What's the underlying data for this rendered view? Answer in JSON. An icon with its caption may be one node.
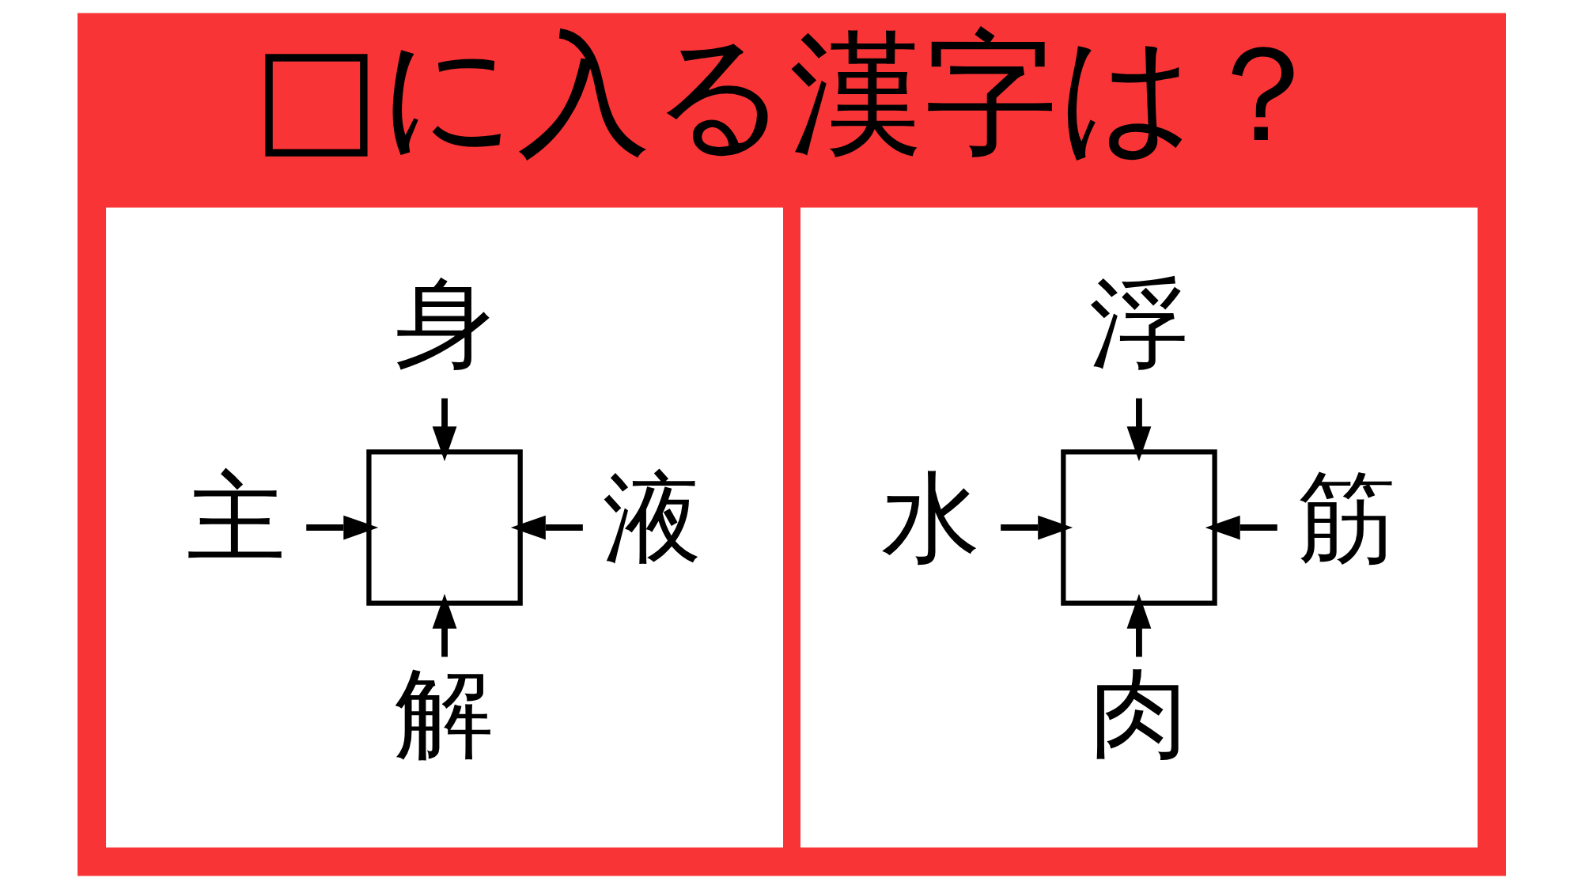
{
  "diagram": {
    "title": "□に入る漢字は？",
    "nodes": [
      {
        "text": [],
        "shape": "box"
      },
      {
        "text": [
          "身"
        ],
        "in": 0
      },
      {
        "text": [
          "主"
        ],
        "in": 0
      },
      {
        "text": [],
        "shape": "box",
        "in": 0
      },
      {
        "text": [
          "液"
        ],
        "in": 0
      },
      {
        "text": [
          "解"
        ],
        "in": 0
      },
      {
        "text": [],
        "shape": "box"
      },
      {
        "text": [
          "浮"
        ],
        "in": 6
      },
      {
        "text": [
          "水"
        ],
        "in": 6
      },
      {
        "text": [],
        "shape": "box",
        "in": 6
      },
      {
        "text": [
          "筋"
        ],
        "in": 6
      },
      {
        "text": [
          "肉"
        ],
        "in": 6
      }
    ],
    "edges": [
      {
        "from": 1,
        "to": 3,
        "arrow": "to"
      },
      {
        "from": 2,
        "to": 3,
        "arrow": "to"
      },
      {
        "from": 4,
        "to": 3,
        "arrow": "to"
      },
      {
        "from": 5,
        "to": 3,
        "arrow": "to"
      },
      {
        "from": 7,
        "to": 9,
        "arrow": "to"
      },
      {
        "from": 8,
        "to": 9,
        "arrow": "to"
      },
      {
        "from": 10,
        "to": 9,
        "arrow": "to"
      },
      {
        "from": 11,
        "to": 9,
        "arrow": "to"
      }
    ]
  }
}
